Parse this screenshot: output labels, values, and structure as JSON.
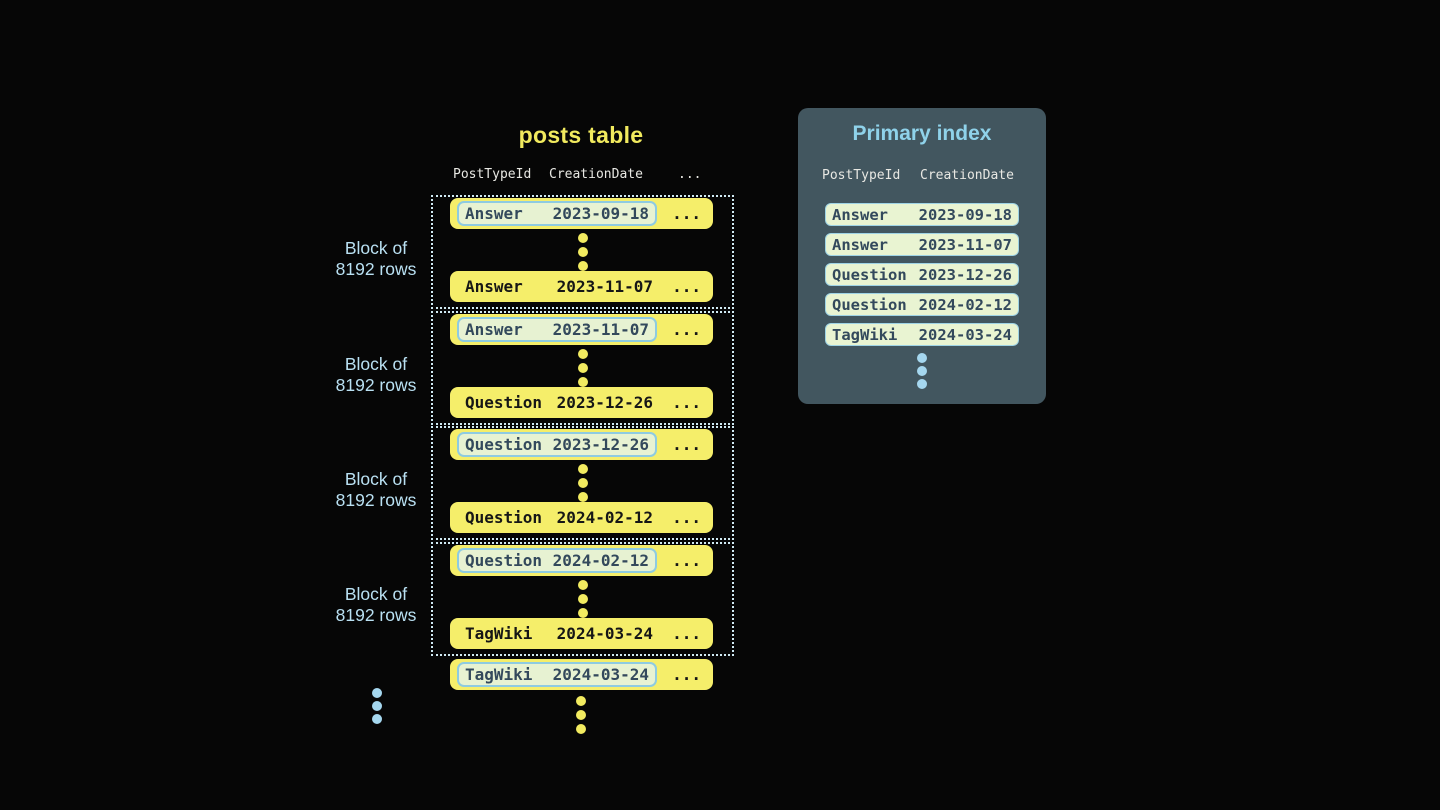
{
  "posts_table": {
    "title": "posts table",
    "columns": [
      "PostTypeId",
      "CreationDate",
      "..."
    ],
    "blocks": [
      {
        "label": [
          "Block of",
          "8192 rows"
        ],
        "first_row": {
          "type": "Answer",
          "date": "2023-09-18",
          "more": "..."
        },
        "last_row": {
          "type": "Answer",
          "date": "2023-11-07",
          "more": "..."
        }
      },
      {
        "label": [
          "Block of",
          "8192 rows"
        ],
        "first_row": {
          "type": "Answer",
          "date": "2023-11-07",
          "more": "..."
        },
        "last_row": {
          "type": "Question",
          "date": "2023-12-26",
          "more": "..."
        }
      },
      {
        "label": [
          "Block of",
          "8192 rows"
        ],
        "first_row": {
          "type": "Question",
          "date": "2023-12-26",
          "more": "..."
        },
        "last_row": {
          "type": "Question",
          "date": "2024-02-12",
          "more": "..."
        }
      },
      {
        "label": [
          "Block of",
          "8192 rows"
        ],
        "first_row": {
          "type": "Question",
          "date": "2024-02-12",
          "more": "..."
        },
        "last_row": {
          "type": "TagWiki",
          "date": "2024-03-24",
          "more": "..."
        }
      }
    ],
    "overflow_row": {
      "type": "TagWiki",
      "date": "2024-03-24",
      "more": "..."
    }
  },
  "primary_index": {
    "title": "Primary index",
    "columns": [
      "PostTypeId",
      "CreationDate"
    ],
    "rows": [
      {
        "type": "Answer",
        "date": "2023-09-18"
      },
      {
        "type": "Answer",
        "date": "2023-11-07"
      },
      {
        "type": "Question",
        "date": "2023-12-26"
      },
      {
        "type": "Question",
        "date": "2024-02-12"
      },
      {
        "type": "TagWiki",
        "date": "2024-03-24"
      }
    ]
  },
  "colors": {
    "background": "#060606",
    "row_yellow": "#f5ee6a",
    "title_yellow": "#f1ea5e",
    "highlight_bg": "#e7f2d2",
    "highlight_border": "#8ecbe1",
    "highlight_text": "#33495c",
    "solid_row_text": "#161616",
    "header_text": "#e8e8e3",
    "block_label_blue": "#b9e0f2",
    "dot_blue": "#a5d7ef",
    "dot_yellow": "#f2eb60",
    "panel_bg": "#42565f",
    "panel_title_blue": "#8fd2ea",
    "dotted_border": "#cfe9f2"
  }
}
